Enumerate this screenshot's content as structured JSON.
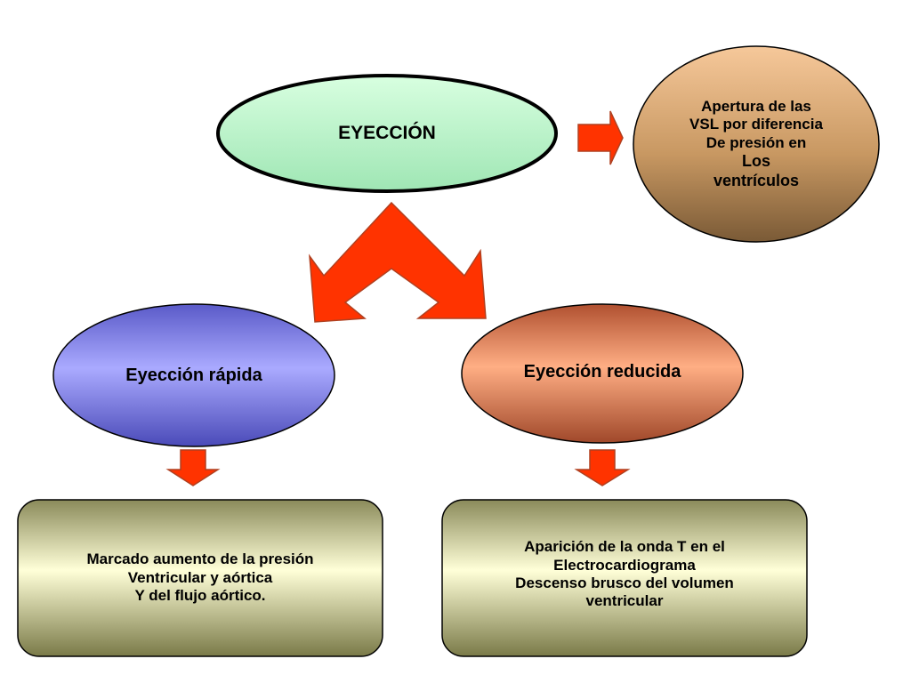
{
  "nodes": {
    "eyeccion": {
      "label": "EYECCIÓN"
    },
    "apertura": {
      "lines": [
        "Apertura de las",
        "VSL por diferencia",
        "De presión en",
        "Los",
        "ventrículos"
      ]
    },
    "rapida": {
      "label": "Eyección rápida"
    },
    "reducida": {
      "label": "Eyección reducida"
    },
    "rapida_box": {
      "lines": [
        "Marcado aumento de la presión",
        "Ventricular y aórtica",
        "Y del flujo aórtico."
      ]
    },
    "reducida_box": {
      "lines": [
        "Aparición de la onda T en el",
        "Electrocardiograma",
        "Descenso brusco del volumen",
        "ventricular"
      ]
    }
  },
  "colors": {
    "arrow_fill": "#ff3300",
    "arrow_stroke": "#b04020",
    "eyeccion_fill_light": "#d8ffe0",
    "eyeccion_fill_dark": "#9fe6b4",
    "apertura_fill_light": "#f6c89a",
    "apertura_fill_dark": "#7a5a36",
    "rapida_fill_light": "#aaaaff",
    "rapida_fill_dark": "#4a4ab8",
    "reducida_fill_light": "#ffae84",
    "reducida_fill_dark": "#a0482a",
    "box_fill_light": "#ffffd8",
    "box_fill_dark": "#7a7a48",
    "outline": "#000000"
  }
}
